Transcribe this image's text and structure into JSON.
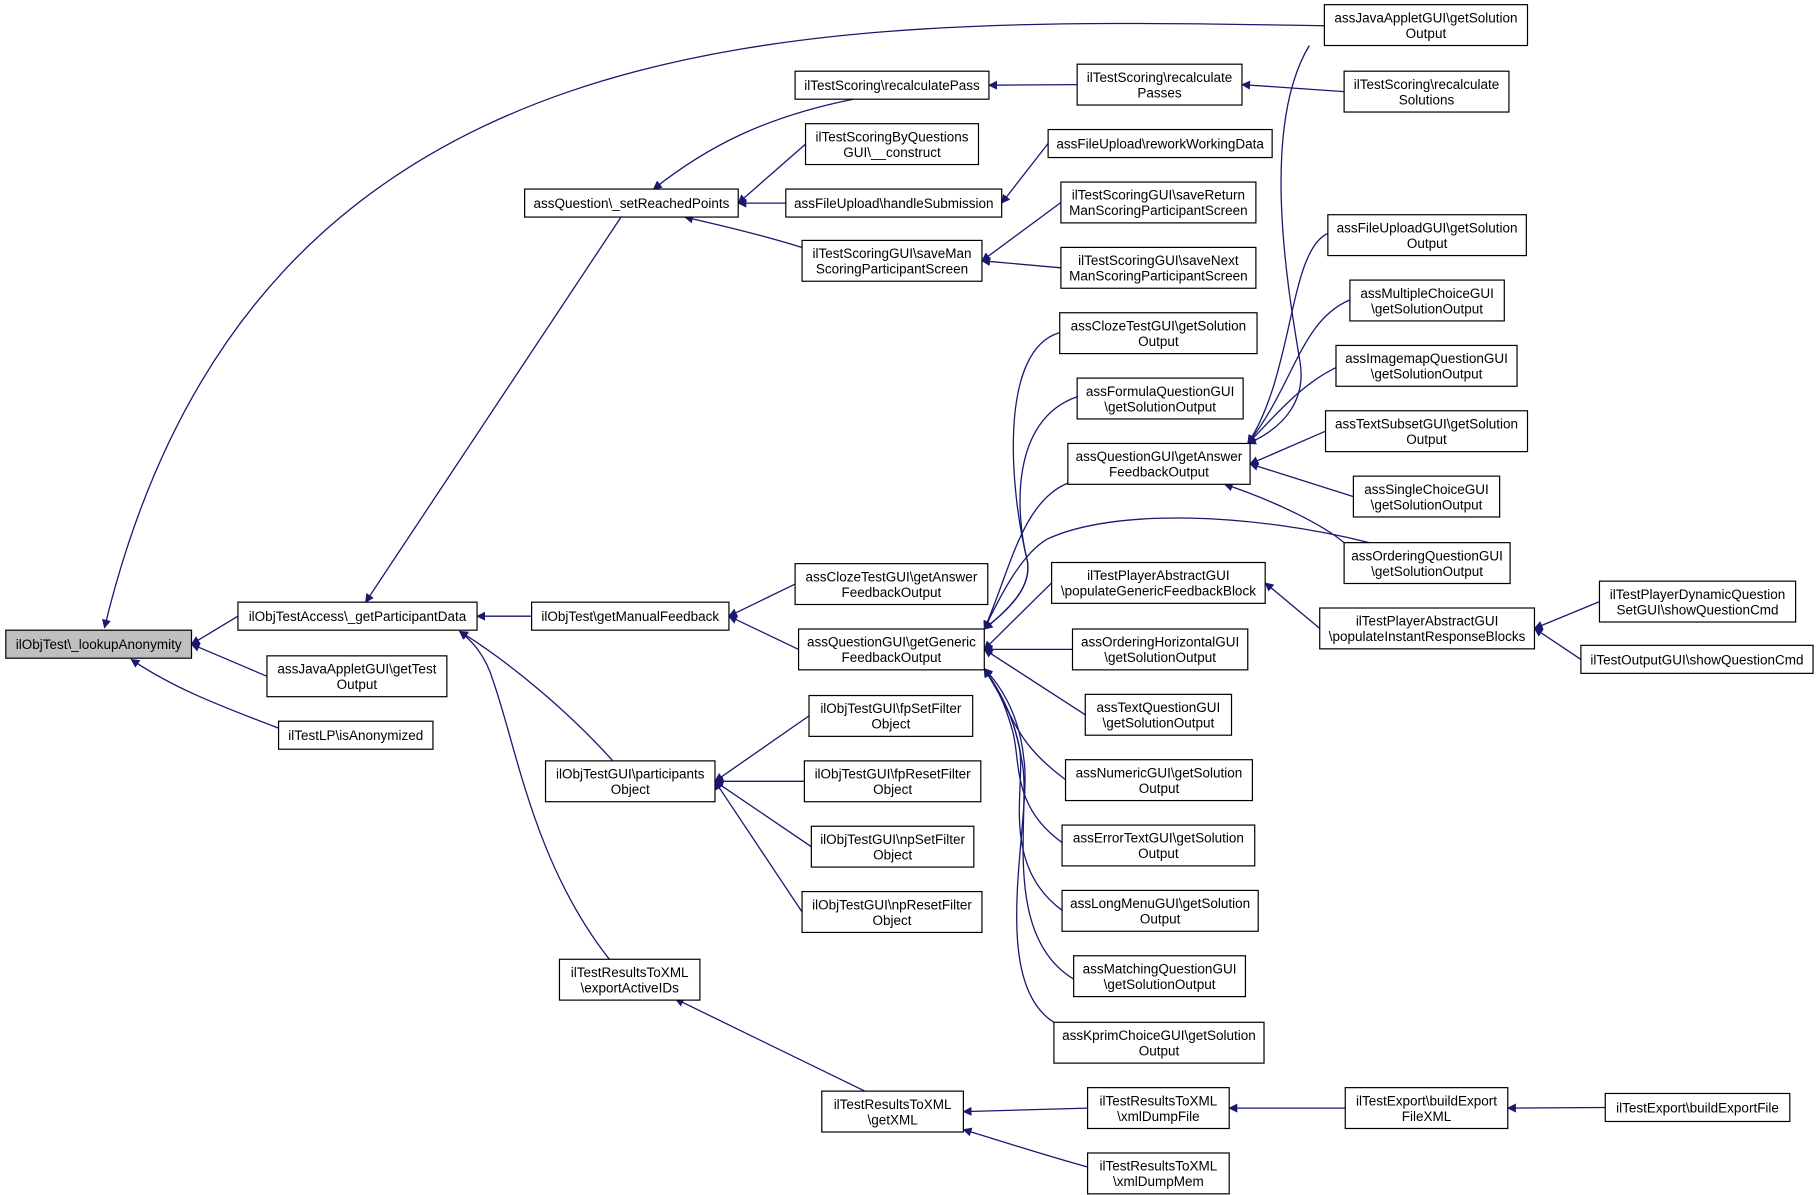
{
  "graph": {
    "title": "",
    "colors": {
      "edge": "#191970",
      "root_fill": "#bfbfbf",
      "node_fill": "#ffffff",
      "node_border": "#000000"
    },
    "nodes": [
      {
        "id": "root",
        "lines": [
          "ilObjTest\\_lookupAnonymity"
        ]
      },
      {
        "id": "getPart",
        "lines": [
          "ilObjTestAccess\\_getParticipantData"
        ]
      },
      {
        "id": "javaTest",
        "lines": [
          "assJavaAppletGUI\\getTest",
          "Output"
        ]
      },
      {
        "id": "isAnon",
        "lines": [
          "ilTestLP\\isAnonymized"
        ]
      },
      {
        "id": "setReached",
        "lines": [
          "assQuestion\\_setReachedPoints"
        ]
      },
      {
        "id": "manFb",
        "lines": [
          "ilObjTest\\getManualFeedback"
        ]
      },
      {
        "id": "partObj",
        "lines": [
          "ilObjTestGUI\\participants",
          "Object"
        ]
      },
      {
        "id": "exportIDs",
        "lines": [
          "ilTestResultsToXML",
          "\\exportActiveIDs"
        ]
      },
      {
        "id": "recPass",
        "lines": [
          "ilTestScoring\\recalculatePass"
        ]
      },
      {
        "id": "sbqConstruct",
        "lines": [
          "ilTestScoringByQuestions",
          "GUI\\__construct"
        ]
      },
      {
        "id": "fileHandle",
        "lines": [
          "assFileUpload\\handleSubmission"
        ]
      },
      {
        "id": "saveMan",
        "lines": [
          "ilTestScoringGUI\\saveMan",
          "ScoringParticipantScreen"
        ]
      },
      {
        "id": "clozeAnsFb",
        "lines": [
          "assClozeTestGUI\\getAnswer",
          "FeedbackOutput"
        ]
      },
      {
        "id": "genericFb",
        "lines": [
          "assQuestionGUI\\getGeneric",
          "FeedbackOutput"
        ]
      },
      {
        "id": "fpSet",
        "lines": [
          "ilObjTestGUI\\fpSetFilter",
          "Object"
        ]
      },
      {
        "id": "fpReset",
        "lines": [
          "ilObjTestGUI\\fpResetFilter",
          "Object"
        ]
      },
      {
        "id": "npSet",
        "lines": [
          "ilObjTestGUI\\npSetFilter",
          "Object"
        ]
      },
      {
        "id": "npReset",
        "lines": [
          "ilObjTestGUI\\npResetFilter",
          "Object"
        ]
      },
      {
        "id": "getXML",
        "lines": [
          "ilTestResultsToXML",
          "\\getXML"
        ]
      },
      {
        "id": "recPasses",
        "lines": [
          "ilTestScoring\\recalculate",
          "Passes"
        ]
      },
      {
        "id": "rework",
        "lines": [
          "assFileUpload\\reworkWorkingData"
        ]
      },
      {
        "id": "saveReturn",
        "lines": [
          "ilTestScoringGUI\\saveReturn",
          "ManScoringParticipantScreen"
        ]
      },
      {
        "id": "saveNext",
        "lines": [
          "ilTestScoringGUI\\saveNext",
          "ManScoringParticipantScreen"
        ]
      },
      {
        "id": "clozeSol",
        "lines": [
          "assClozeTestGUI\\getSolution",
          "Output"
        ]
      },
      {
        "id": "formulaSol",
        "lines": [
          "assFormulaQuestionGUI",
          "\\getSolutionOutput"
        ]
      },
      {
        "id": "ansFb",
        "lines": [
          "assQuestionGUI\\getAnswer",
          "FeedbackOutput"
        ]
      },
      {
        "id": "popGeneric",
        "lines": [
          "ilTestPlayerAbstractGUI",
          "\\populateGenericFeedbackBlock"
        ]
      },
      {
        "id": "orderHoriz",
        "lines": [
          "assOrderingHorizontalGUI",
          "\\getSolutionOutput"
        ]
      },
      {
        "id": "textQ",
        "lines": [
          "assTextQuestionGUI",
          "\\getSolutionOutput"
        ]
      },
      {
        "id": "numeric",
        "lines": [
          "assNumericGUI\\getSolution",
          "Output"
        ]
      },
      {
        "id": "errorText",
        "lines": [
          "assErrorTextGUI\\getSolution",
          "Output"
        ]
      },
      {
        "id": "longMenu",
        "lines": [
          "assLongMenuGUI\\getSolution",
          "Output"
        ]
      },
      {
        "id": "matching",
        "lines": [
          "assMatchingQuestionGUI",
          "\\getSolutionOutput"
        ]
      },
      {
        "id": "kprim",
        "lines": [
          "assKprimChoiceGUI\\getSolution",
          "Output"
        ]
      },
      {
        "id": "xmlDumpFile",
        "lines": [
          "ilTestResultsToXML",
          "\\xmlDumpFile"
        ]
      },
      {
        "id": "xmlDumpMem",
        "lines": [
          "ilTestResultsToXML",
          "\\xmlDumpMem"
        ]
      },
      {
        "id": "javaSol",
        "lines": [
          "assJavaAppletGUI\\getSolution",
          "Output"
        ]
      },
      {
        "id": "recSolutions",
        "lines": [
          "ilTestScoring\\recalculate",
          "Solutions"
        ]
      },
      {
        "id": "fileUpSol",
        "lines": [
          "assFileUploadGUI\\getSolution",
          "Output"
        ]
      },
      {
        "id": "multiSol",
        "lines": [
          "assMultipleChoiceGUI",
          "\\getSolutionOutput"
        ]
      },
      {
        "id": "imagemapSol",
        "lines": [
          "assImagemapQuestionGUI",
          "\\getSolutionOutput"
        ]
      },
      {
        "id": "textSubset",
        "lines": [
          "assTextSubsetGUI\\getSolution",
          "Output"
        ]
      },
      {
        "id": "singleSol",
        "lines": [
          "assSingleChoiceGUI",
          "\\getSolutionOutput"
        ]
      },
      {
        "id": "orderingSol",
        "lines": [
          "assOrderingQuestionGUI",
          "\\getSolutionOutput"
        ]
      },
      {
        "id": "popInstant",
        "lines": [
          "ilTestPlayerAbstractGUI",
          "\\populateInstantResponseBlocks"
        ]
      },
      {
        "id": "buildXML",
        "lines": [
          "ilTestExport\\buildExport",
          "FileXML"
        ]
      },
      {
        "id": "dynShow",
        "lines": [
          "ilTestPlayerDynamicQuestion",
          "SetGUI\\showQuestionCmd"
        ]
      },
      {
        "id": "outShow",
        "lines": [
          "ilTestOutputGUI\\showQuestionCmd"
        ]
      },
      {
        "id": "buildFile",
        "lines": [
          "ilTestExport\\buildExportFile"
        ]
      }
    ],
    "edges": [
      [
        "getPart",
        "root"
      ],
      [
        "javaTest",
        "root"
      ],
      [
        "isAnon",
        "root"
      ],
      [
        "javaSol",
        "root"
      ],
      [
        "setReached",
        "getPart"
      ],
      [
        "manFb",
        "getPart"
      ],
      [
        "partObj",
        "getPart"
      ],
      [
        "exportIDs",
        "getPart"
      ],
      [
        "recPass",
        "setReached"
      ],
      [
        "sbqConstruct",
        "setReached"
      ],
      [
        "fileHandle",
        "setReached"
      ],
      [
        "saveMan",
        "setReached"
      ],
      [
        "clozeAnsFb",
        "manFb"
      ],
      [
        "genericFb",
        "manFb"
      ],
      [
        "fpSet",
        "partObj"
      ],
      [
        "fpReset",
        "partObj"
      ],
      [
        "npSet",
        "partObj"
      ],
      [
        "npReset",
        "partObj"
      ],
      [
        "getXML",
        "exportIDs"
      ],
      [
        "recPasses",
        "recPass"
      ],
      [
        "rework",
        "fileHandle"
      ],
      [
        "saveReturn",
        "saveMan"
      ],
      [
        "saveNext",
        "saveMan"
      ],
      [
        "clozeSol",
        "genericFb"
      ],
      [
        "formulaSol",
        "genericFb"
      ],
      [
        "ansFb",
        "genericFb"
      ],
      [
        "orderingSol",
        "genericFb"
      ],
      [
        "popGeneric",
        "genericFb"
      ],
      [
        "orderHoriz",
        "genericFb"
      ],
      [
        "textQ",
        "genericFb"
      ],
      [
        "numeric",
        "genericFb"
      ],
      [
        "errorText",
        "genericFb"
      ],
      [
        "longMenu",
        "genericFb"
      ],
      [
        "matching",
        "genericFb"
      ],
      [
        "kprim",
        "genericFb"
      ],
      [
        "xmlDumpFile",
        "getXML"
      ],
      [
        "xmlDumpMem",
        "getXML"
      ],
      [
        "recSolutions",
        "recPasses"
      ],
      [
        "javaSol",
        "ansFb"
      ],
      [
        "fileUpSol",
        "ansFb"
      ],
      [
        "multiSol",
        "ansFb"
      ],
      [
        "imagemapSol",
        "ansFb"
      ],
      [
        "textSubset",
        "ansFb"
      ],
      [
        "singleSol",
        "ansFb"
      ],
      [
        "orderingSol",
        "ansFb"
      ],
      [
        "popInstant",
        "popGeneric"
      ],
      [
        "buildXML",
        "xmlDumpFile"
      ],
      [
        "dynShow",
        "popInstant"
      ],
      [
        "outShow",
        "popInstant"
      ],
      [
        "buildFile",
        "buildXML"
      ]
    ]
  }
}
